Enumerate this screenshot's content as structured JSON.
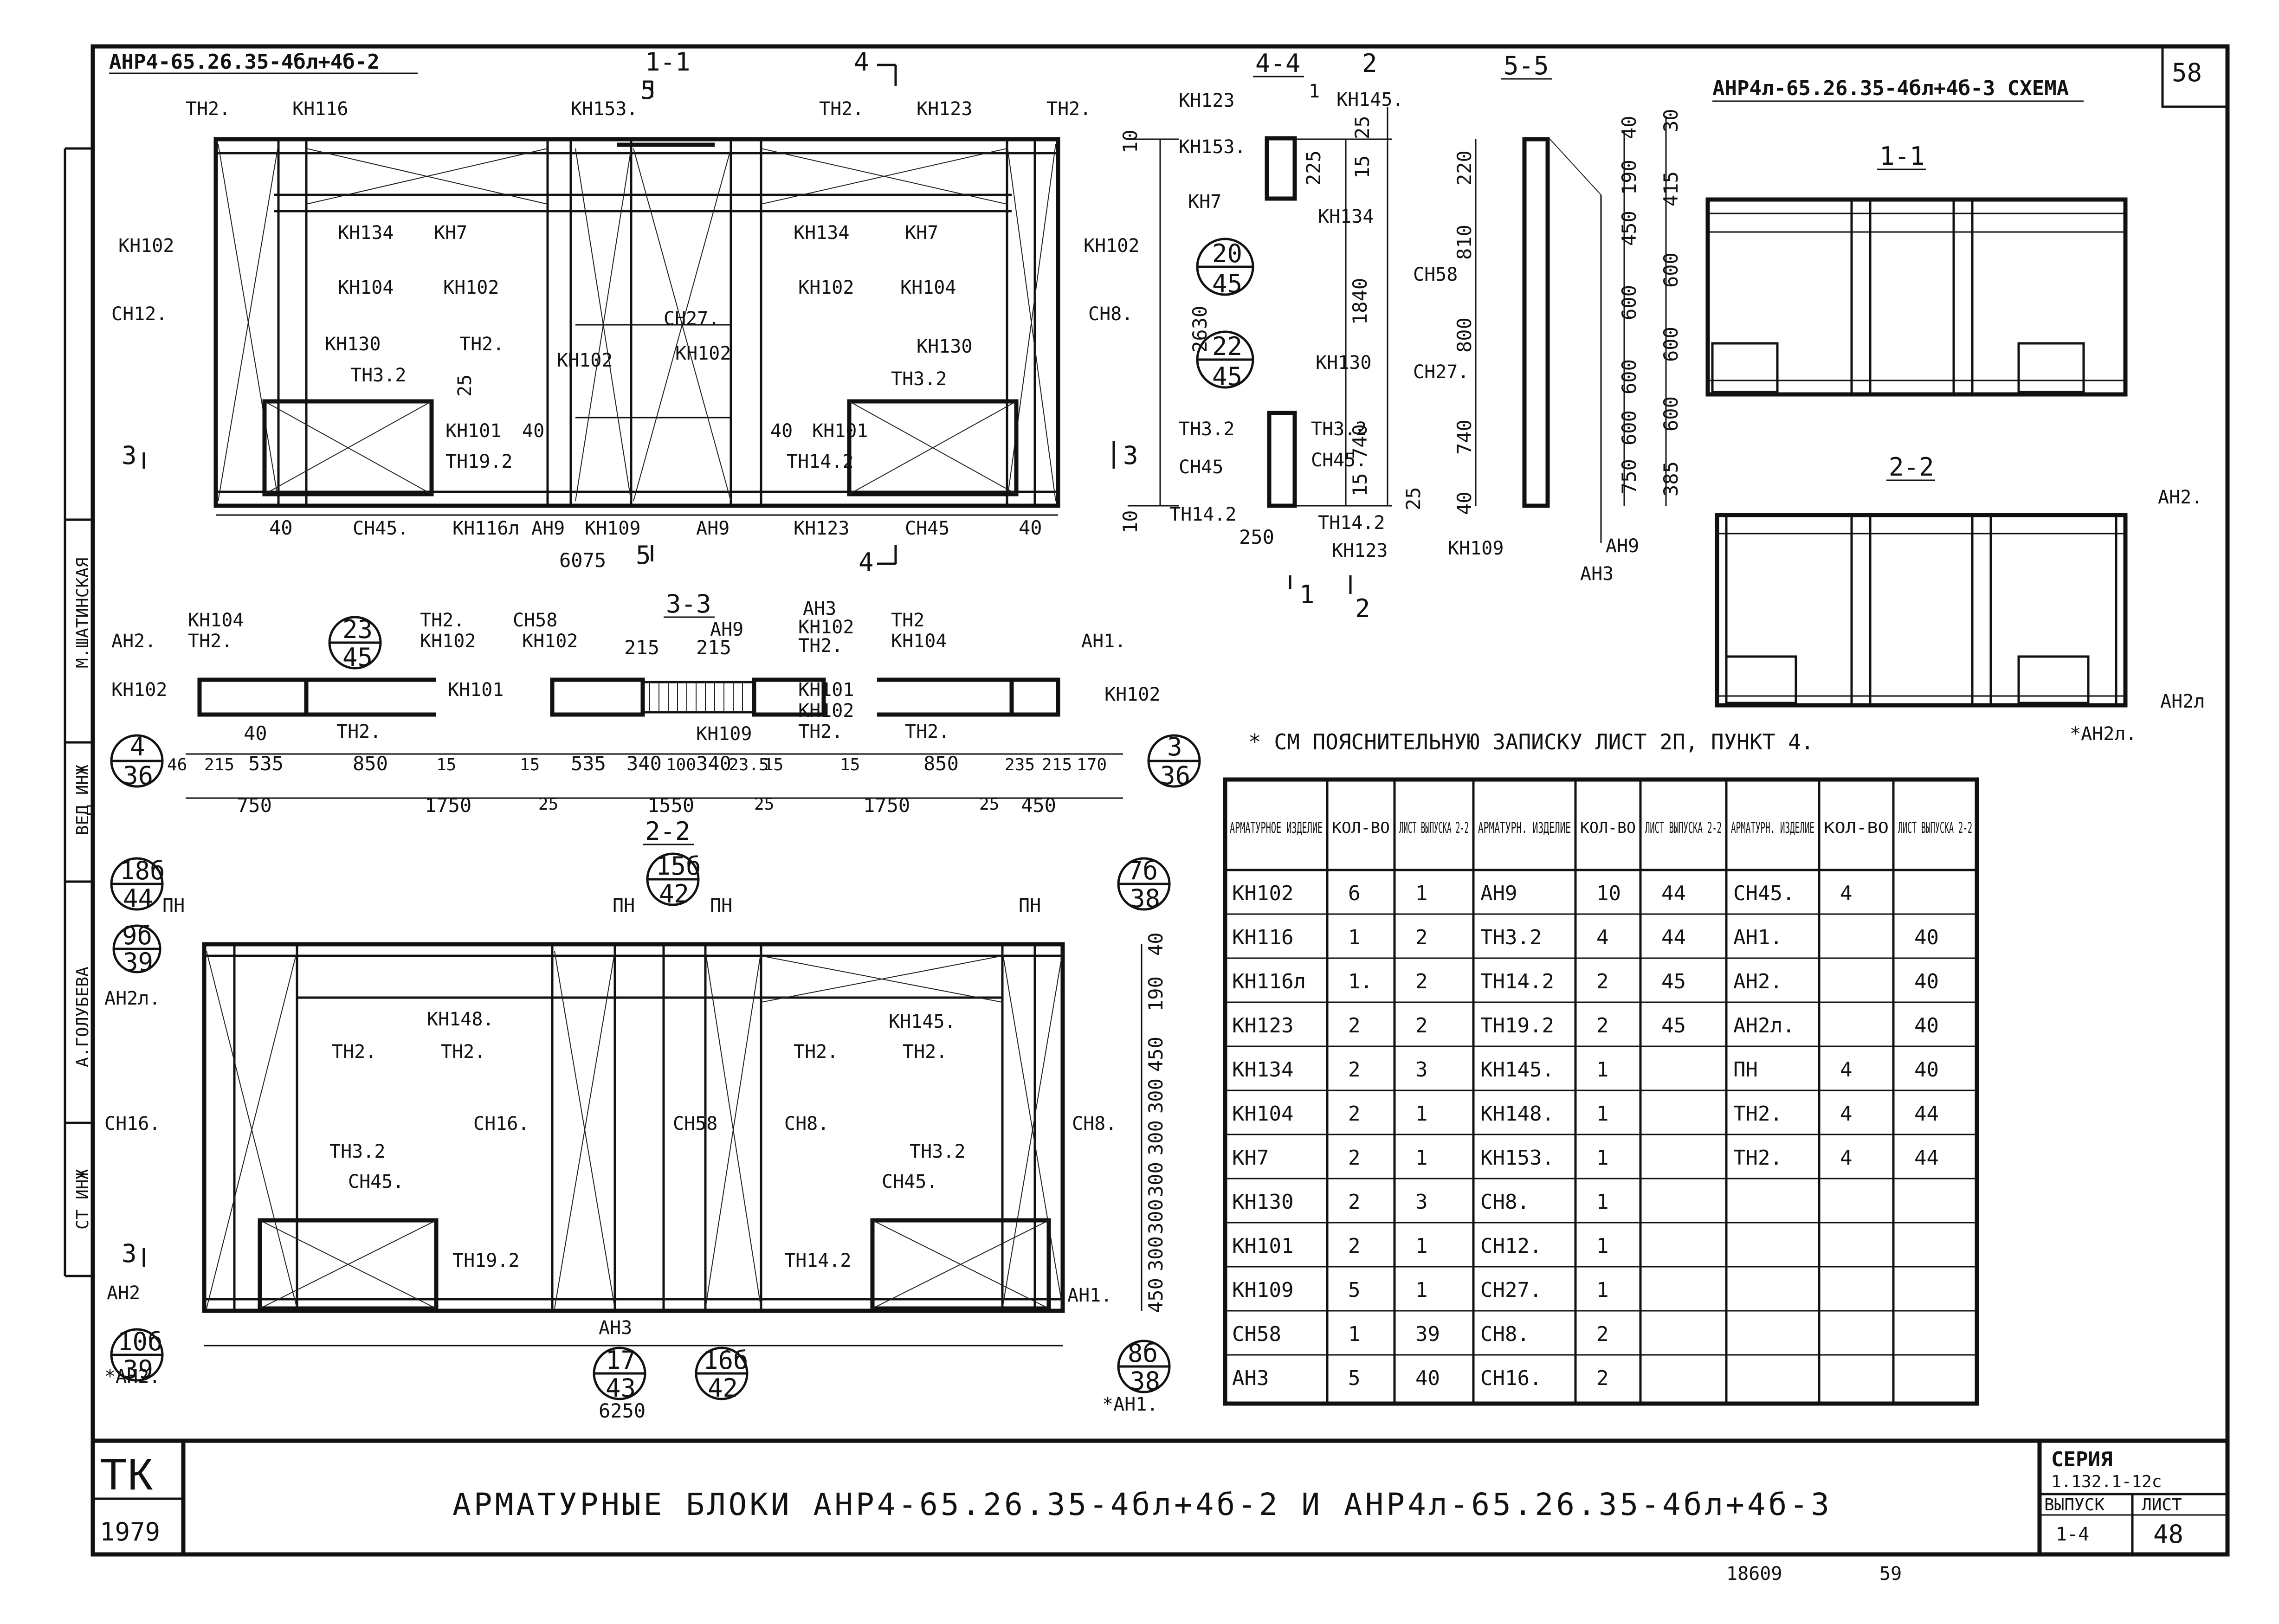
{
  "sheet": {
    "page_number": "58",
    "stamp_org": "ТК",
    "stamp_year": "1979",
    "title": "АРМАТУРНЫЕ БЛОКИ АНР4-65.26.35-4бл+4б-2 И АНР4л-65.26.35-4бл+4б-3",
    "series_label": "СЕРИЯ",
    "series_value": "1.132.1-12с",
    "issue_label": "ВЫПУСК",
    "issue_value": "1-4",
    "sheet_label": "ЛИСТ",
    "sheet_value": "48",
    "bottom_number_1": "18609",
    "bottom_number_2": "59",
    "side_stamp": [
      "М.ШАТИНСКАЯ",
      "ВЕД ИНЖ",
      "А.ГОЛУБЕВА",
      "СТ ИНЖ"
    ]
  },
  "elevation_1": {
    "block_label": "АНР4-65.26.35-4бл+4б-2",
    "section_marks": [
      "1-1",
      "5",
      "4",
      "5",
      "4",
      "3",
      "3"
    ],
    "labels": [
      "ТН2.",
      "КН116",
      "КН153.",
      "ТН2.",
      "КН123",
      "ТН2.",
      "КН102",
      "СН12.",
      "КН134",
      "КН7",
      "КН104",
      "КН102",
      "СН27.",
      "КН134",
      "КН7",
      "КН102",
      "КН104",
      "КН102",
      "СН8.",
      "КН130",
      "ТН2.",
      "КН102",
      "КН102",
      "КН130",
      "ТН3.2",
      "ТН3.2",
      "КН101",
      "40",
      "40",
      "КН101",
      "ТН19.2",
      "ТН14.2",
      "СН45.",
      "КН116л",
      "АН9",
      "КН109",
      "АН9",
      "КН123",
      "СН45",
      "25"
    ],
    "dims_bottom": [
      "40",
      "40",
      "6075"
    ],
    "dims_right": [
      "10",
      "2630",
      "10"
    ]
  },
  "section_4_4": {
    "title": "4-4",
    "mark": "2",
    "labels": [
      "КН123",
      "1",
      "КН145.",
      "КН153.",
      "225",
      "15",
      "25",
      "КН7",
      "КН134",
      "1840",
      "КН130",
      "ТН3.2",
      "ТН3.2",
      "СН45",
      "СН45.",
      "ТН14.2",
      "ТН14.2",
      "КН123",
      "250",
      "15",
      "740",
      "25",
      "1",
      "2"
    ],
    "callouts": [
      {
        "top": "20",
        "bottom": "45"
      },
      {
        "top": "22",
        "bottom": "45"
      }
    ]
  },
  "section_5_5": {
    "title": "5-5",
    "left_dims": [
      "220",
      "810",
      "800",
      "740",
      "40"
    ],
    "right_dims_a": [
      "40",
      "190",
      "450",
      "600",
      "600",
      "600",
      "750"
    ],
    "right_dims_b": [
      "30",
      "415",
      "600",
      "600",
      "600",
      "385"
    ],
    "labels": [
      "СН58",
      "СН27.",
      "КН109",
      "АН9",
      "АН3"
    ]
  },
  "section_3_3": {
    "title": "3-3",
    "labels_top": [
      "АН2.",
      "КН104",
      "ТН2.",
      "ТН2.",
      "СН58",
      "КН102",
      "КН102",
      "215",
      "АН9",
      "215",
      "АН3",
      "КН102",
      "ТН2.",
      "ТН2",
      "КН104",
      "АН1."
    ],
    "labels_mid": [
      "КН102",
      "40",
      "ТН2.",
      "КН101",
      "КН109",
      "КН101",
      "КН102",
      "ТН2.",
      "ТН2.",
      "КН102"
    ],
    "dims_small": [
      "46",
      "215",
      "535",
      "850",
      "15",
      "15",
      "535",
      "340",
      "100",
      "340",
      "23.5",
      "15",
      "15",
      "850",
      "235",
      "215",
      "170"
    ],
    "dims_large": [
      "750",
      "1750",
      "25",
      "1550",
      "25",
      "1750",
      "25",
      "450"
    ],
    "callouts": [
      {
        "top": "23",
        "bottom": "45"
      },
      {
        "top": "4",
        "bottom": "36"
      },
      {
        "top": "3",
        "bottom": "36"
      }
    ]
  },
  "elevation_2": {
    "title": "2-2",
    "labels": [
      "ПН",
      "ПН",
      "ПН",
      "ПН",
      "АН2л.",
      "КН148.",
      "КН145.",
      "ТН2.",
      "ТН2.",
      "ТН2.",
      "ТН2.",
      "СН16.",
      "СН16.",
      "СН58",
      "СН8.",
      "СН8.",
      "ТН3.2",
      "ТН3.2",
      "СН45.",
      "СН45.",
      "ТН19.2",
      "ТН14.2",
      "АН2",
      "АН1.",
      "АН3",
      "*АН2.",
      "*АН1."
    ],
    "dims_right": [
      "40",
      "190",
      "450",
      "300",
      "300",
      "300",
      "300",
      "300",
      "450"
    ],
    "dims_bottom": [
      "6250"
    ],
    "section_mark": "3",
    "callouts": [
      {
        "top": "18б",
        "bottom": "44"
      },
      {
        "top": "9б",
        "bottom": "39"
      },
      {
        "top": "15б",
        "bottom": "42"
      },
      {
        "top": "7б",
        "bottom": "38"
      },
      {
        "top": "10б",
        "bottom": "39"
      },
      {
        "top": "17",
        "bottom": "43"
      },
      {
        "top": "16б",
        "bottom": "42"
      },
      {
        "top": "8б",
        "bottom": "38"
      }
    ]
  },
  "schema": {
    "title": "АНР4л-65.26.35-4бл+4б-3 СХЕМА",
    "section_1": "1-1",
    "section_2": "2-2",
    "labels": [
      "АН2.",
      "АН2л",
      "*АН2л."
    ]
  },
  "note": "* СМ ПОЯСНИТЕЛЬНУЮ ЗАПИСКУ ЛИСТ 2П, ПУНКТ 4.",
  "table": {
    "headers": [
      "АРМАТУРНОЕ ИЗДЕЛИЕ",
      "КОЛ-ВО",
      "ЛИСТ ВЫПУСКА 2-2",
      "АРМАТУРН. ИЗДЕЛИЕ",
      "КОЛ-ВО",
      "ЛИСТ ВЫПУСКА 2-2",
      "АРМАТУРН. ИЗДЕЛИЕ",
      "КОЛ-ВО",
      "ЛИСТ ВЫПУСКА 2-2"
    ],
    "rows": [
      [
        "КН102",
        "6",
        "1",
        "АН9",
        "10",
        "44",
        "СН45.",
        "4",
        ""
      ],
      [
        "КН116",
        "1",
        "2",
        "ТН3.2",
        "4",
        "44",
        "АН1.",
        "",
        "40"
      ],
      [
        "КН116л",
        "1.",
        "2",
        "ТН14.2",
        "2",
        "45",
        "АН2.",
        "",
        "40"
      ],
      [
        "КН123",
        "2",
        "2",
        "ТН19.2",
        "2",
        "45",
        "АН2л.",
        "",
        "40"
      ],
      [
        "КН134",
        "2",
        "3",
        "КН145.",
        "1",
        "",
        "ПН",
        "4",
        "40"
      ],
      [
        "КН104",
        "2",
        "1",
        "КН148.",
        "1",
        "",
        "ТН2.",
        "4",
        "44"
      ],
      [
        "КН7",
        "2",
        "1",
        "КН153.",
        "1",
        "",
        "ТН2.",
        "4",
        "44"
      ],
      [
        "КН130",
        "2",
        "3",
        "СН8.",
        "1",
        "",
        "",
        "",
        ""
      ],
      [
        "КН101",
        "2",
        "1",
        "СН12.",
        "1",
        "",
        "",
        "",
        ""
      ],
      [
        "КН109",
        "5",
        "1",
        "СН27.",
        "1",
        "",
        "",
        "",
        ""
      ],
      [
        "СН58",
        "1",
        "39",
        "СН8.",
        "2",
        "",
        "",
        "",
        ""
      ],
      [
        "АН3",
        "5",
        "40",
        "СН16.",
        "2",
        "",
        "",
        "",
        ""
      ]
    ]
  }
}
